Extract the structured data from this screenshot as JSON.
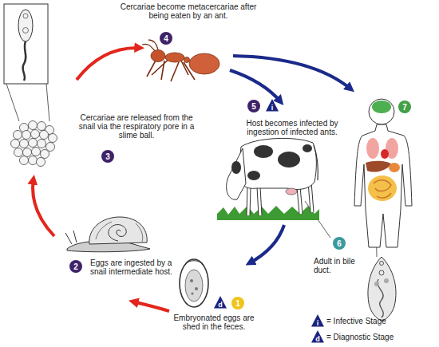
{
  "diagram": {
    "nodes": [
      {
        "text": [
          "4"
        ]
      },
      {
        "text": [
          "3"
        ]
      },
      {
        "text": [
          "5"
        ]
      },
      {
        "text": [
          "i"
        ]
      },
      {
        "text": [
          "7"
        ]
      },
      {
        "text": [
          "6"
        ]
      },
      {
        "text": [
          "2"
        ]
      },
      {
        "text": [
          "d"
        ]
      },
      {
        "text": [
          "1"
        ]
      },
      {
        "text": [
          "i"
        ]
      },
      {
        "text": [
          "d"
        ]
      }
    ],
    "labels": [
      "Cercariae become metacercariae after being eaten by an ant.",
      "Cercariae are released from the snail via the respiratory pore in a slime ball.",
      "Host becomes infected by ingestion of infected ants.",
      "Adult in bile duct.",
      "Eggs are ingested by a snail intermediate host.",
      "Embryonated eggs are shed in the feces."
    ],
    "legend": [
      {
        "text": "= Infective Stage"
      },
      {
        "text": "= Diagnostic Stage"
      }
    ]
  }
}
